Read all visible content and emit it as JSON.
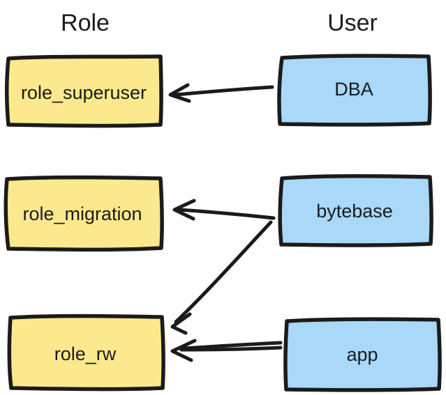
{
  "diagram": {
    "columns": {
      "role": {
        "title": "Role"
      },
      "user": {
        "title": "User"
      }
    },
    "nodes": {
      "role_superuser": {
        "label": "role_superuser",
        "type": "role"
      },
      "role_migration": {
        "label": "role_migration",
        "type": "role"
      },
      "role_rw": {
        "label": "role_rw",
        "type": "role"
      },
      "dba": {
        "label": "DBA",
        "type": "user"
      },
      "bytebase": {
        "label": "bytebase",
        "type": "user"
      },
      "app": {
        "label": "app",
        "type": "user"
      }
    },
    "edges": [
      {
        "from": "DBA",
        "to": "role_superuser"
      },
      {
        "from": "bytebase",
        "to": "role_migration"
      },
      {
        "from": "bytebase",
        "to": "role_rw"
      },
      {
        "from": "app",
        "to": "role_rw"
      }
    ],
    "colors": {
      "role_fill": "#FCE98E",
      "user_fill": "#A9D8F8",
      "stroke": "#1B1B1B",
      "background": "#FFFFFF"
    }
  }
}
